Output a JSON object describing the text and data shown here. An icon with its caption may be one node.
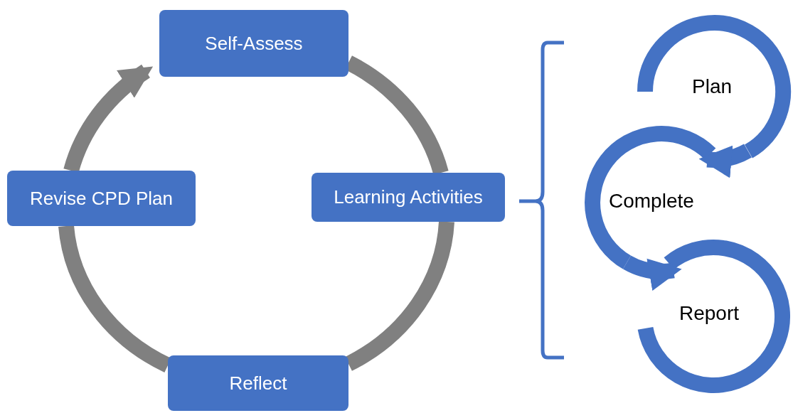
{
  "diagram": {
    "nodes": [
      {
        "text": [
          "Self-Assess"
        ]
      },
      {
        "text": [
          "Learning Activities"
        ]
      },
      {
        "text": [
          "Reflect"
        ]
      },
      {
        "text": [
          "Revise CPD Plan"
        ]
      },
      {
        "text": [
          "Plan"
        ]
      },
      {
        "text": [
          "Complete"
        ]
      },
      {
        "text": [
          "Report"
        ]
      }
    ],
    "edges": [
      {
        "from": 0,
        "to": 1,
        "arrow": "none"
      },
      {
        "from": 1,
        "to": 2,
        "arrow": "none"
      },
      {
        "from": 2,
        "to": 3,
        "arrow": "none"
      },
      {
        "from": 3,
        "to": 0,
        "arrow": "to"
      },
      {
        "from": 4,
        "to": 5,
        "arrow": "to",
        "color": "#4472c4"
      },
      {
        "from": 5,
        "to": 6,
        "arrow": "to",
        "color": "#4472c4"
      }
    ]
  }
}
